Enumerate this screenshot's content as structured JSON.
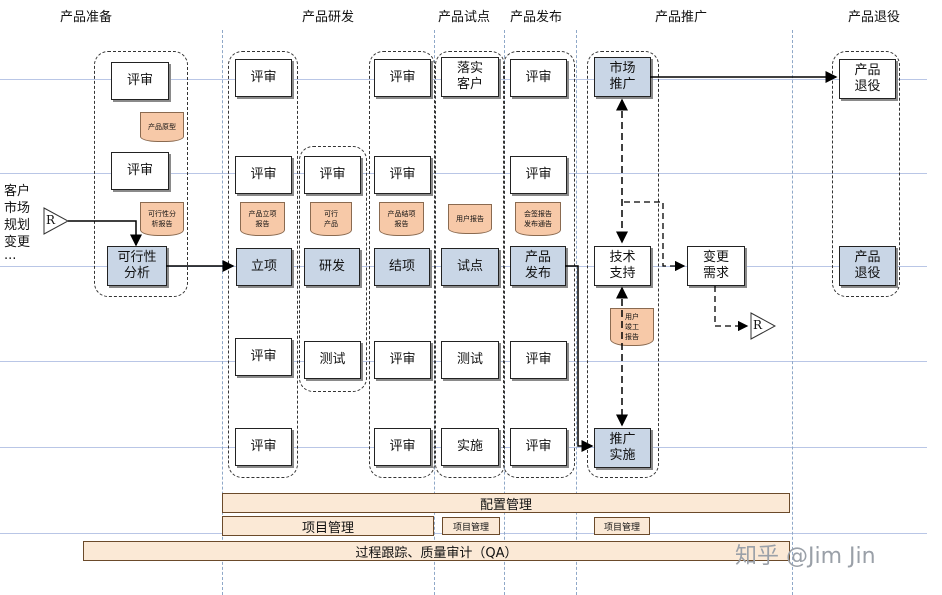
{
  "phases": [
    "产品准备",
    "产品研发",
    "产品试点",
    "产品发布",
    "产品推广",
    "产品退役"
  ],
  "side_labels": [
    "客户",
    "市场",
    "规划",
    "变更",
    "···"
  ],
  "connectors": [
    "R",
    "R"
  ],
  "boxes": {
    "prep_review1": "评审",
    "prep_review2": "评审",
    "feasibility": "可行性\n分析",
    "rd1_review1": "评审",
    "rd1_review2": "评审",
    "rd1_lixiang": "立项",
    "rd1_review3": "评审",
    "rd1_review4": "评审",
    "rd2_review": "评审",
    "rd2_yanfa": "研发",
    "rd2_test": "测试",
    "rd3_review1": "评审",
    "rd3_review2": "评审",
    "rd3_jiexiang": "结项",
    "rd3_review3": "评审",
    "rd3_review4": "评审",
    "pilot_customer": "落实\n客户",
    "pilot_shidian": "试点",
    "pilot_test": "测试",
    "pilot_impl": "实施",
    "rel_review1": "评审",
    "rel_review2": "评审",
    "rel_release": "产品\n发布",
    "rel_review3": "评审",
    "rel_review4": "评审",
    "promo_market": "市场\n推广",
    "promo_tech": "技术\n支持",
    "promo_impl": "推广\n实施",
    "change_req": "变更\n需求",
    "retire_top": "产品\n退役",
    "retire_mid": "产品\n退役"
  },
  "docs": {
    "prototype": "产品原型",
    "feasibility_report": "可行性分\n析报告",
    "project_report": "产品立项\n报告",
    "feasible_product": "可行\n产品",
    "closing_report": "产品结项\n报告",
    "user_report": "用户报告",
    "release_notice": "会签报告\n发布通告",
    "user_completion": "用户\n竣工\n报告"
  },
  "bars": {
    "config": "配置管理",
    "project1": "项目管理",
    "project2": "项目管理",
    "project3": "项目管理",
    "process": "过程跟踪、质量审计（QA）"
  },
  "watermark": "知乎 @Jim Jin"
}
